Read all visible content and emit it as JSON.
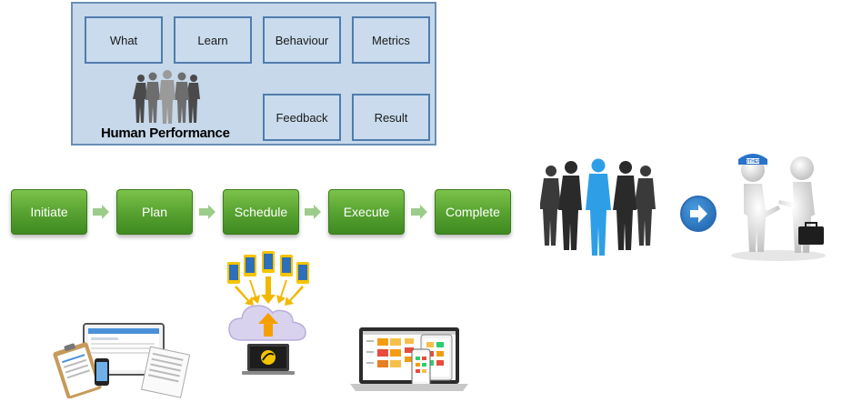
{
  "human_performance": {
    "title": "Human Performance",
    "boxes": [
      "What",
      "Learn",
      "Behaviour",
      "Metrics",
      "Feedback",
      "Result"
    ]
  },
  "process_steps": [
    "Initiate",
    "Plan",
    "Schedule",
    "Execute",
    "Complete"
  ],
  "handshake_hat_text": "OTHER",
  "colors": {
    "panel": "#c6d8ea",
    "panel_border": "#4f7cae",
    "step_green": "#55a02f",
    "highlight_blue": "#2e9fe6",
    "silhouette": "#3a3a3a",
    "tablet_yellow": "#f5c400"
  }
}
